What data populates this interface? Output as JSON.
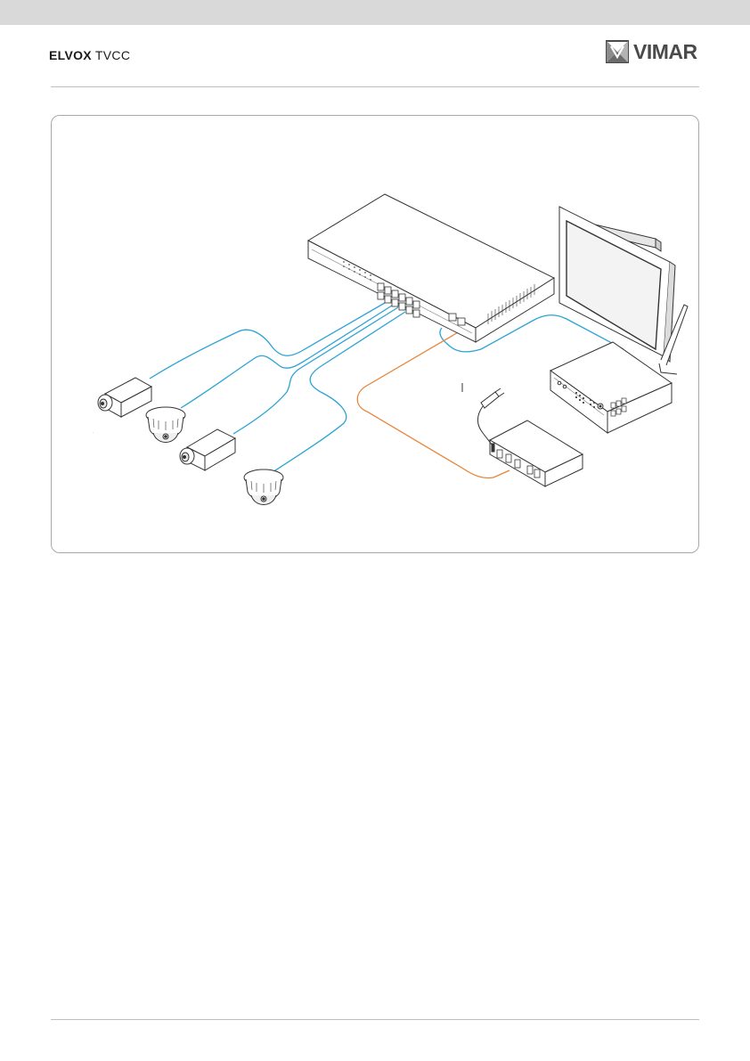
{
  "header": {
    "brand_bold": "ELVOX",
    "brand_light": "TVCC",
    "logo_text": "VIMAR"
  },
  "colors": {
    "network_cable": "#2ba3d6",
    "coax_cable": "#e8843a",
    "header_band": "#d9d9d9",
    "line": "#333333"
  },
  "diagram": {
    "devices": [
      "poe-switch-icon",
      "monitor-icon",
      "nvr-recorder-icon",
      "video-balun-icon",
      "microphone-icon",
      "box-camera-icon",
      "dome-camera-icon"
    ]
  }
}
